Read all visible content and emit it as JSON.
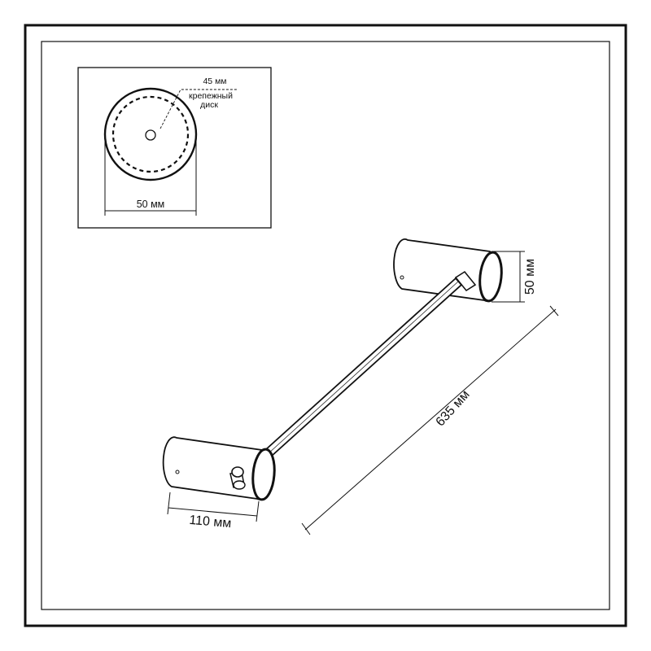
{
  "inset": {
    "disk_diameter_label": "45 мм",
    "disk_name_line1": "крепежный",
    "disk_name_line2": "диск",
    "base_diameter_label": "50 мм"
  },
  "main": {
    "height_label": "50 мм",
    "length_label": "635 мм",
    "depth_label": "110 мм"
  }
}
